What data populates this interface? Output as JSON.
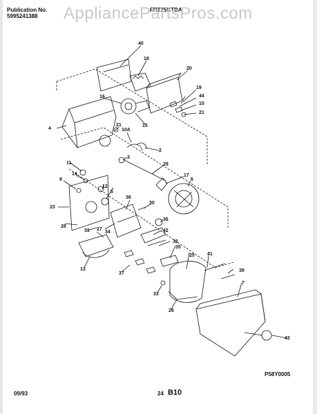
{
  "header": {
    "publication_label": "Publication No.",
    "publication_number": "5995241388",
    "model": "FRT25KTBA"
  },
  "watermark": "AppliancePartsPros.com",
  "footer": {
    "date": "09/93",
    "page": "24",
    "section": "B10",
    "figure_code": "P58Y0005"
  },
  "callouts": [
    "40",
    "18",
    "20",
    "19",
    "44",
    "10",
    "21",
    "16",
    "15",
    "4",
    "21",
    "10A",
    "2",
    "3",
    "29",
    "11",
    "14",
    "9",
    "17",
    "6",
    "12",
    "5",
    "30",
    "23",
    "36",
    "36",
    "28",
    "31",
    "27",
    "34",
    "42",
    "32",
    "13",
    "35",
    "25",
    "41",
    "39",
    "37",
    "33",
    "26",
    "7",
    "43"
  ]
}
